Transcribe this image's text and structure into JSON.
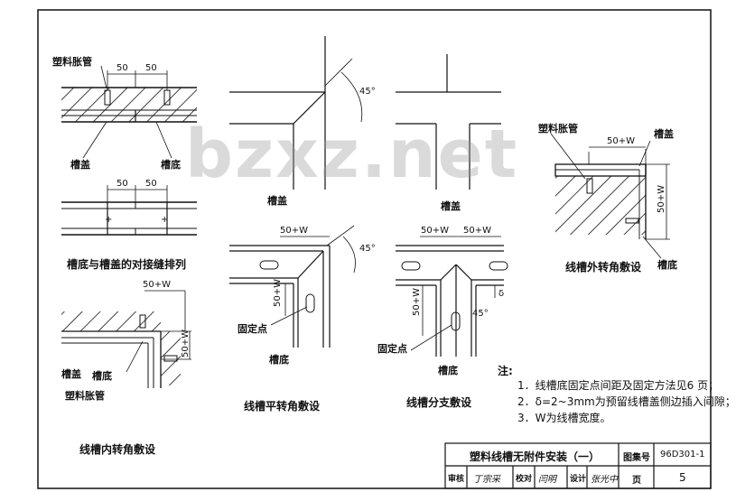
{
  "watermark": "bzxz.net",
  "labels": {
    "plastic_tube_1": "塑料胀管",
    "cover_1": "槽盖",
    "base_1": "槽底",
    "cover_top_center": "槽盖",
    "cover_top_right": "槽盖",
    "plastic_tube_2": "塑料胀管",
    "cover_2": "槽盖",
    "base_2": "槽底",
    "base_outer": "槽底",
    "fix_point_1": "固定点",
    "base_flat": "槽底",
    "fix_point_2": "固定点",
    "base_branch": "槽底",
    "cover_inner": "槽盖",
    "base_inner": "槽底",
    "plastic_tube_inner": "塑料胀管"
  },
  "captions": {
    "joint": "槽底与槽盖的对接缝排列",
    "outer_corner": "线槽外转角敷设",
    "flat_corner": "线槽平转角敷设",
    "branch": "线槽分支敷设",
    "inner_corner": "线槽内转角敷设"
  },
  "dims": {
    "d50a": "50",
    "d50b": "50",
    "d50c": "50",
    "d50d": "50",
    "ang1": "45°",
    "ang2": "45°",
    "ang3": "45°",
    "w1": "50+W",
    "w2": "50+W",
    "w3": "50+W",
    "w4": "50+W",
    "w5": "50+W",
    "w6": "50+W",
    "w7": "50+W",
    "w8": "50+W",
    "delta": "δ"
  },
  "notes": {
    "title": "注:",
    "n1": "1．线槽底固定点间距及固定方法见6 页；",
    "n2": "2．δ=2~3mm为预留线槽盖侧边插入间隙；",
    "n3": "3．W为线槽宽度。"
  },
  "title_block": {
    "drawing_title": "塑料线槽无附件安装（一）",
    "atlas_label": "图集号",
    "atlas_no": "96D301-1",
    "review_label": "审核",
    "review_sign": "丁宗采",
    "check_label": "校对",
    "check_sign": "闫明",
    "design_label": "设计",
    "design_sign": "张光中",
    "page_label": "页",
    "page_no": "5"
  }
}
